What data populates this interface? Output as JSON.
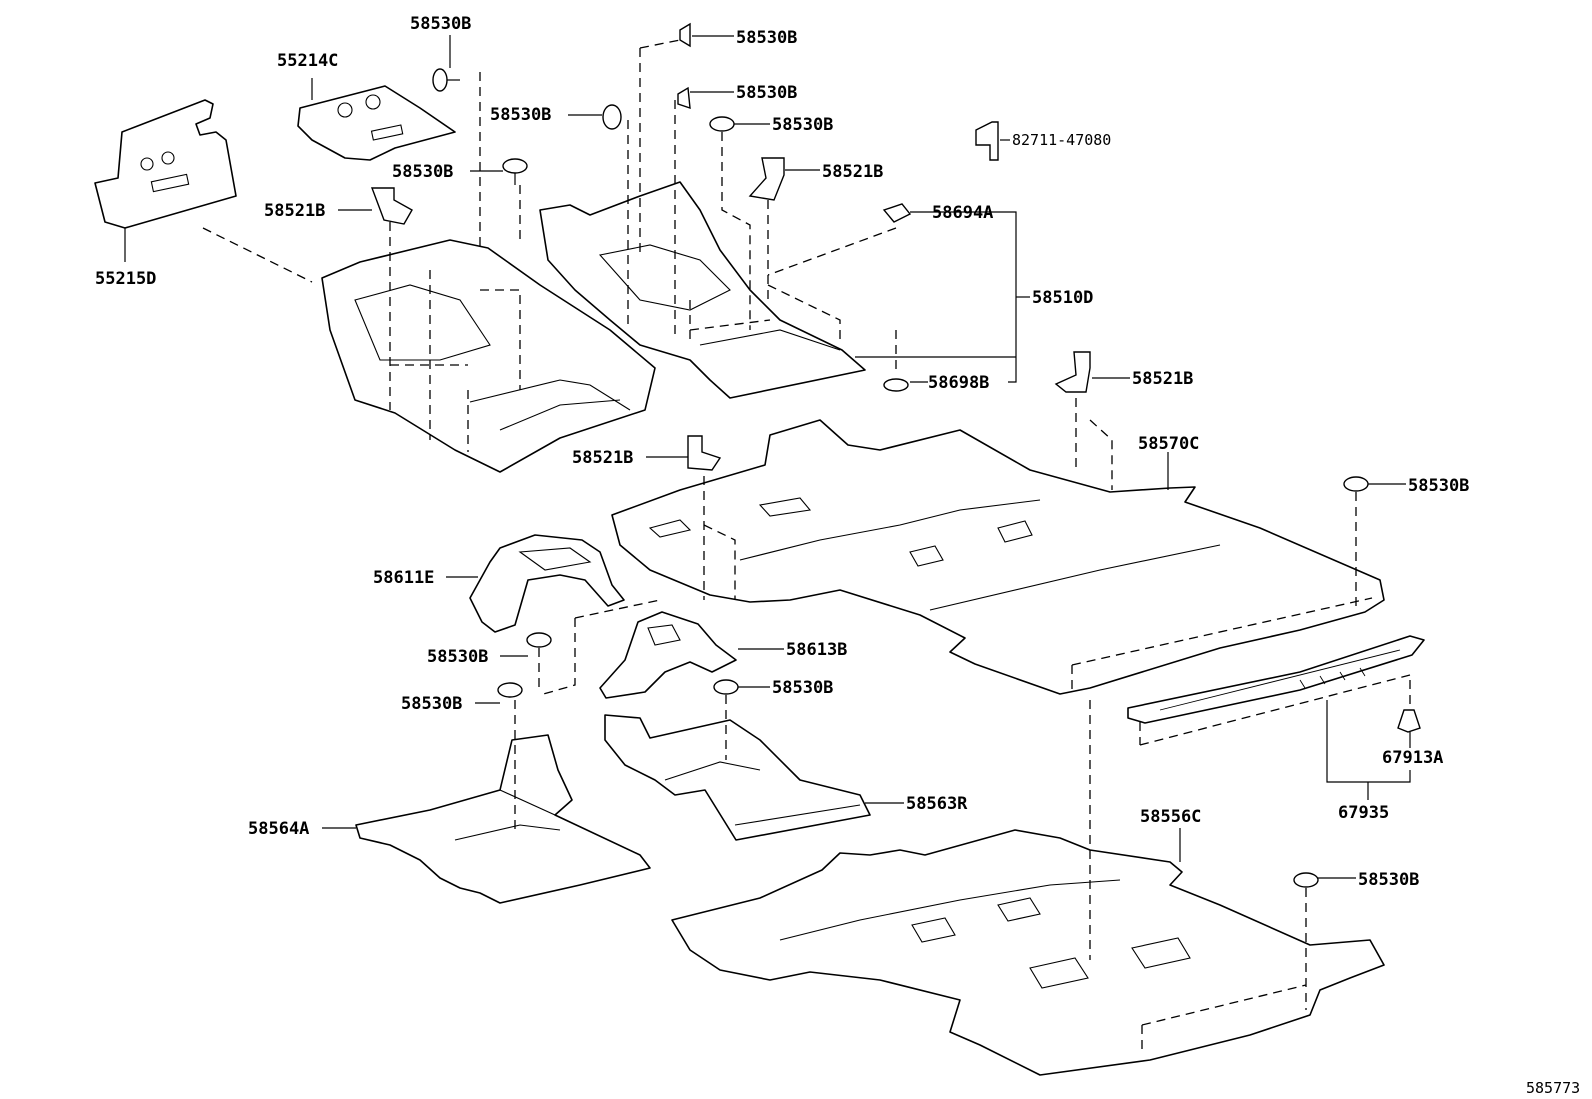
{
  "callouts": {
    "c_55214C": "55214C",
    "c_55215D": "55215D",
    "c_58530B_a": "58530B",
    "c_58530B_b": "58530B",
    "c_58530B_c": "58530B",
    "c_58530B_d": "58530B",
    "c_58530B_e": "58530B",
    "c_58530B_f": "58530B",
    "c_58530B_g": "58530B",
    "c_58530B_h": "58530B",
    "c_58530B_i": "58530B",
    "c_58530B_j": "58530B",
    "c_58530B_k": "58530B",
    "c_58521B_a": "58521B",
    "c_58521B_b": "58521B",
    "c_58521B_c": "58521B",
    "c_58521B_d": "58521B",
    "c_82711": "82711-47080",
    "c_58694A": "58694A",
    "c_58510D": "58510D",
    "c_58698B": "58698B",
    "c_58570C": "58570C",
    "c_58611E": "58611E",
    "c_58613B": "58613B",
    "c_58563R": "58563R",
    "c_58564A": "58564A",
    "c_58556C": "58556C",
    "c_67913A": "67913A",
    "c_67935": "67935"
  },
  "figure_ref": "585773"
}
